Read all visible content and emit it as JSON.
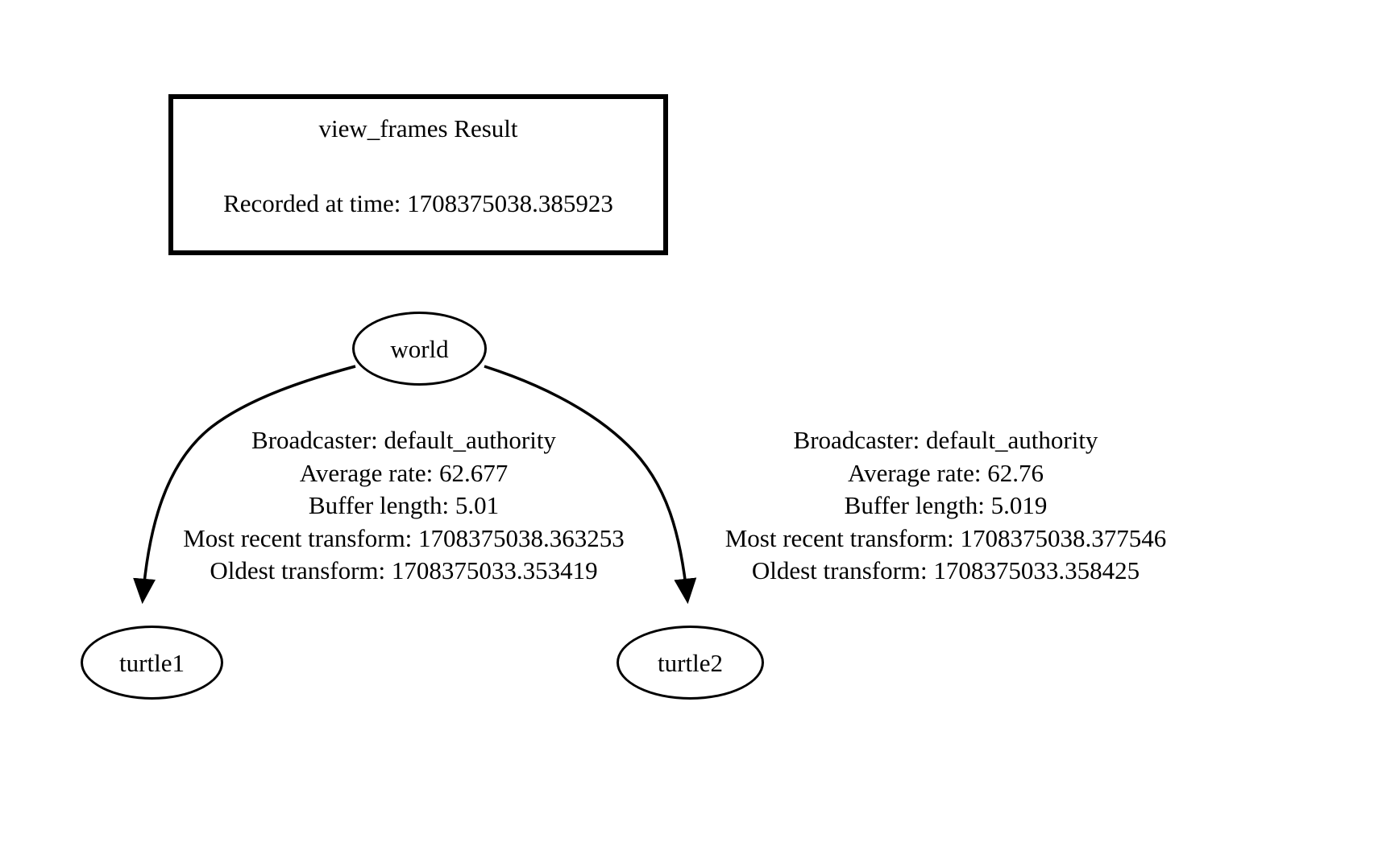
{
  "graph": {
    "title_box": {
      "heading": "view_frames Result",
      "recorded_at": "Recorded at time: 1708375038.385923"
    },
    "nodes": [
      {
        "id": "world",
        "label": "world"
      },
      {
        "id": "turtle1",
        "label": "turtle1"
      },
      {
        "id": "turtle2",
        "label": "turtle2"
      }
    ],
    "edges": [
      {
        "from": "world",
        "to": "turtle1",
        "label_lines": [
          "Broadcaster: default_authority",
          "Average rate: 62.677",
          "Buffer length: 5.01",
          "Most recent transform: 1708375038.363253",
          "Oldest transform: 1708375033.353419"
        ]
      },
      {
        "from": "world",
        "to": "turtle2",
        "label_lines": [
          "Broadcaster: default_authority",
          "Average rate: 62.76",
          "Buffer length: 5.019",
          "Most recent transform: 1708375038.377546",
          "Oldest transform: 1708375033.358425"
        ]
      }
    ],
    "colors": {
      "background": "#ffffff",
      "stroke": "#000000",
      "text": "#000000"
    }
  }
}
